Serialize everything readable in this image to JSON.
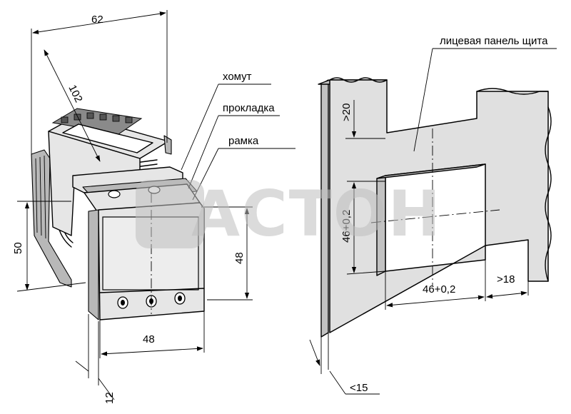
{
  "labels": {
    "clamp": "хомут",
    "gasket": "прокладка",
    "frame": "рамка",
    "front_panel": "лицевая панель щита"
  },
  "dimensions": {
    "depth_total": "62",
    "diagonal": "102",
    "height_total": "50",
    "front_height": "48",
    "front_width": "48",
    "bezel_depth": "12",
    "cutout_height": "46+0,2",
    "cutout_width": "46+0,2",
    "margin_top": ">20",
    "margin_side": ">18",
    "panel_thickness": "<15"
  },
  "watermark": {
    "text": "АСТОН"
  }
}
